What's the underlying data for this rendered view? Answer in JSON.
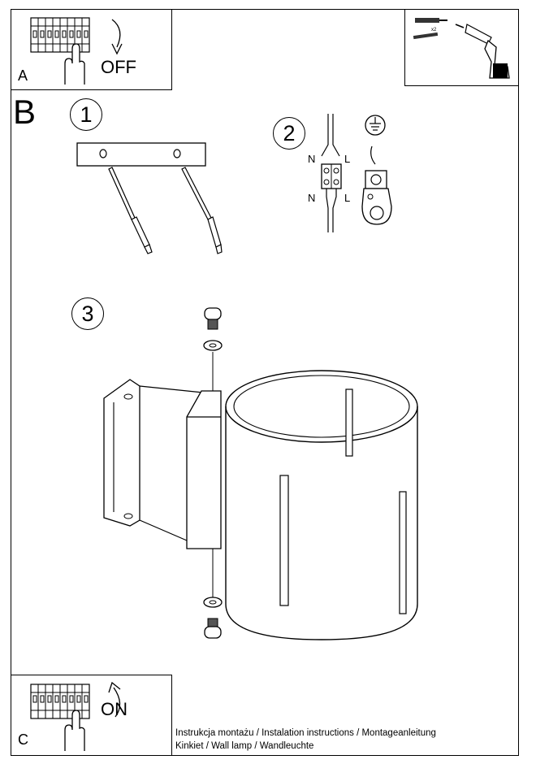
{
  "panels": {
    "a": {
      "letter": "A",
      "action": "OFF"
    },
    "b": {
      "letter": "B"
    },
    "c": {
      "letter": "C",
      "action": "ON"
    }
  },
  "steps": [
    "1",
    "2",
    "3"
  ],
  "wiring": {
    "neutral": "N",
    "live": "L"
  },
  "tools": {
    "anchor_count": "x2"
  },
  "footer": {
    "line1": "Instrukcja montażu / Instalation instructions / Montageanleitung",
    "line2": "Kinkiet  / Wall lamp / Wandleuchte"
  }
}
